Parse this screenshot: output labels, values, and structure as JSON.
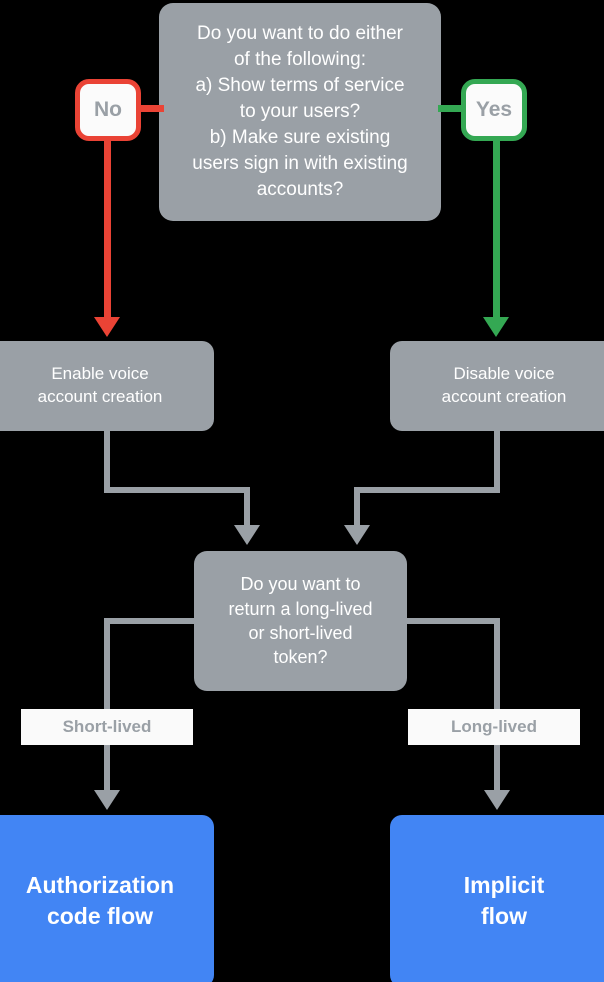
{
  "diagram": {
    "title": "Voice account linking flow decision chart",
    "background": "#000000",
    "colors": {
      "gray_node": "#9aa0a6",
      "blue_node": "#4285f4",
      "no_accent": "#ea4335",
      "yes_accent": "#34a853",
      "connector": "#9aa0a6",
      "label_chip": "#fafafa"
    }
  },
  "nodes": {
    "question_top": {
      "text": "Do you want to do either\nof the following:\na) Show terms of service\nto your users?\nb) Make sure existing\nusers sign in with existing\naccounts?"
    },
    "badge_no": {
      "label": "No"
    },
    "badge_yes": {
      "label": "Yes"
    },
    "enable": {
      "text": "Enable voice\naccount creation"
    },
    "disable": {
      "text": "Disable voice\naccount creation"
    },
    "question_token": {
      "text": "Do you want to\nreturn a long-lived\nor short-lived\ntoken?"
    },
    "auth_code_flow": {
      "text": "Authorization\ncode flow"
    },
    "implicit_flow": {
      "text": "Implicit\nflow"
    }
  },
  "edge_labels": {
    "short_lived": "Short-lived",
    "long_lived": "Long-lived"
  }
}
